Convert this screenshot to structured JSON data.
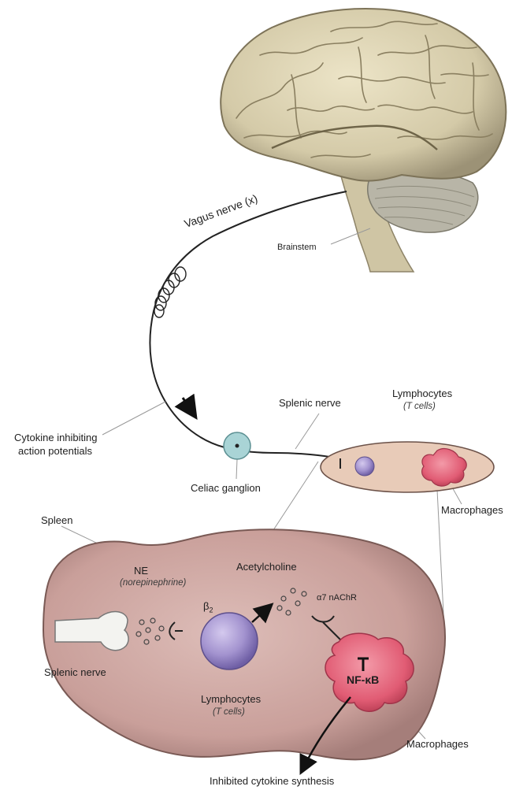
{
  "labels": {
    "vagus_nerve": "Vagus nerve (x)",
    "brainstem": "Brainstem",
    "cytokine_line1": "Cytokine inhibiting",
    "cytokine_line2": "action potentials",
    "celiac_ganglion": "Celiac ganglion",
    "splenic_nerve_top": "Splenic nerve",
    "lymphocytes_top": "Lymphocytes",
    "t_cells_top": "(T cells)",
    "macrophages_top": "Macrophages",
    "spleen": "Spleen",
    "ne": "NE",
    "norepinephrine": "(norepinephrine)",
    "beta2": "β",
    "beta2_sub": "2",
    "acetylcholine": "Acetylcholine",
    "a7_nachr": "α7 nAChR",
    "splenic_nerve_bottom": "Splenic nerve",
    "lymphocytes_bottom": "Lymphocytes",
    "t_cells_bottom": "(T cells)",
    "nf_kb": "NF-κB",
    "macrophages_bottom": "Macrophages",
    "inhibited": "Inhibited cytokine synthesis"
  },
  "colors": {
    "brain": "#d8cfb0",
    "cerebellum": "#b9b6a7",
    "spleen": "#cfa8a3",
    "ganglion": "#a9d4d6",
    "lymphocyte": "#a596cc",
    "macrophage": "#e36a80",
    "oval": "#e6c9b6"
  }
}
